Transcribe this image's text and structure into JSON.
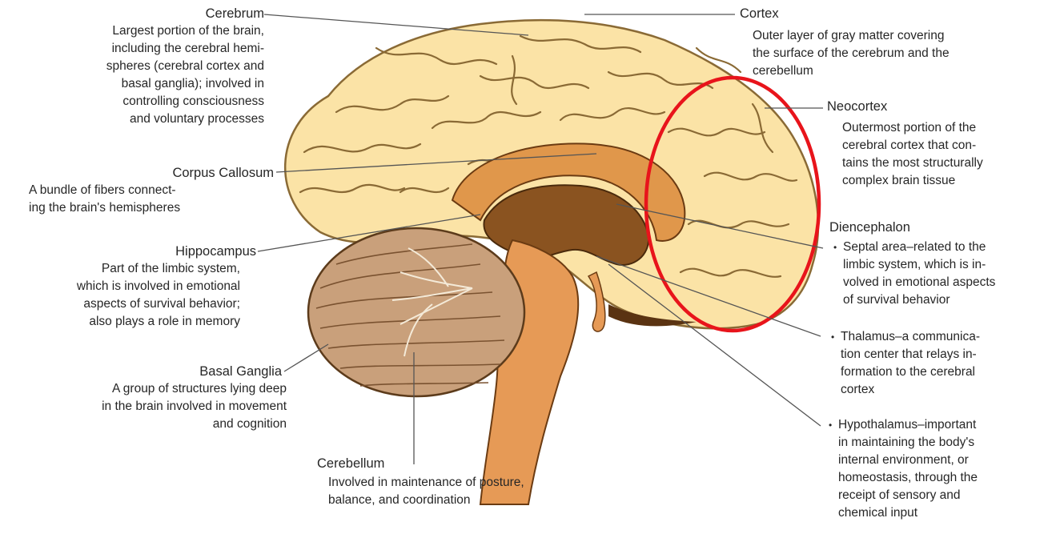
{
  "labels": {
    "cerebrum": {
      "title": "Cerebrum",
      "lines": [
        "Largest portion of the brain,",
        "including the cerebral hemi-",
        "spheres (cerebral cortex and",
        "basal ganglia); involved in",
        "controlling consciousness",
        "and voluntary processes"
      ]
    },
    "corpus_callosum": {
      "title": "Corpus Callosum",
      "lines": [
        "A bundle of fibers connect-",
        "ing the brain's hemispheres"
      ]
    },
    "hippocampus": {
      "title": "Hippocampus",
      "lines": [
        "Part of the limbic system,",
        "which is involved in emotional",
        "aspects of survival behavior;",
        "also plays a role in memory"
      ]
    },
    "basal_ganglia": {
      "title": "Basal Ganglia",
      "lines": [
        "A group of structures lying deep",
        "in the brain involved in movement",
        "and cognition"
      ]
    },
    "cerebellum": {
      "title": "Cerebellum",
      "lines": [
        "Involved in maintenance of posture,",
        "balance, and coordination"
      ]
    },
    "cortex": {
      "title": "Cortex",
      "lines": [
        "Outer layer of gray matter covering",
        "the surface of the cerebrum and the",
        "cerebellum"
      ]
    },
    "neocortex": {
      "title": "Neocortex",
      "lines": [
        "Outermost portion of the",
        "cerebral cortex that con-",
        "tains the most structurally",
        "complex brain tissue"
      ]
    },
    "diencephalon": {
      "title": "Diencephalon",
      "items": [
        {
          "lines": [
            "Septal area–related to the",
            "limbic system, which is in-",
            "volved in emotional aspects",
            "of survival behavior"
          ]
        },
        {
          "lines": [
            "Thalamus–a communica-",
            "tion center that relays in-",
            "formation to the cerebral",
            "cortex"
          ]
        },
        {
          "lines": [
            "Hypothalamus–important",
            "in maintaining the body's",
            "internal environment, or",
            "homeostasis, through the",
            "receipt of sensory and",
            "chemical input"
          ]
        }
      ]
    }
  },
  "colors": {
    "cerebrum_fill": "#fbe3a6",
    "sulci_stroke": "#8a6a35",
    "corpus_callosum": "#e0974b",
    "diencephalon": "#8a5320",
    "brainstem": "#e69a56",
    "cerebellum_fill": "#c9a07b",
    "highlight_ring": "#e8141b",
    "leader_line": "#555555"
  }
}
